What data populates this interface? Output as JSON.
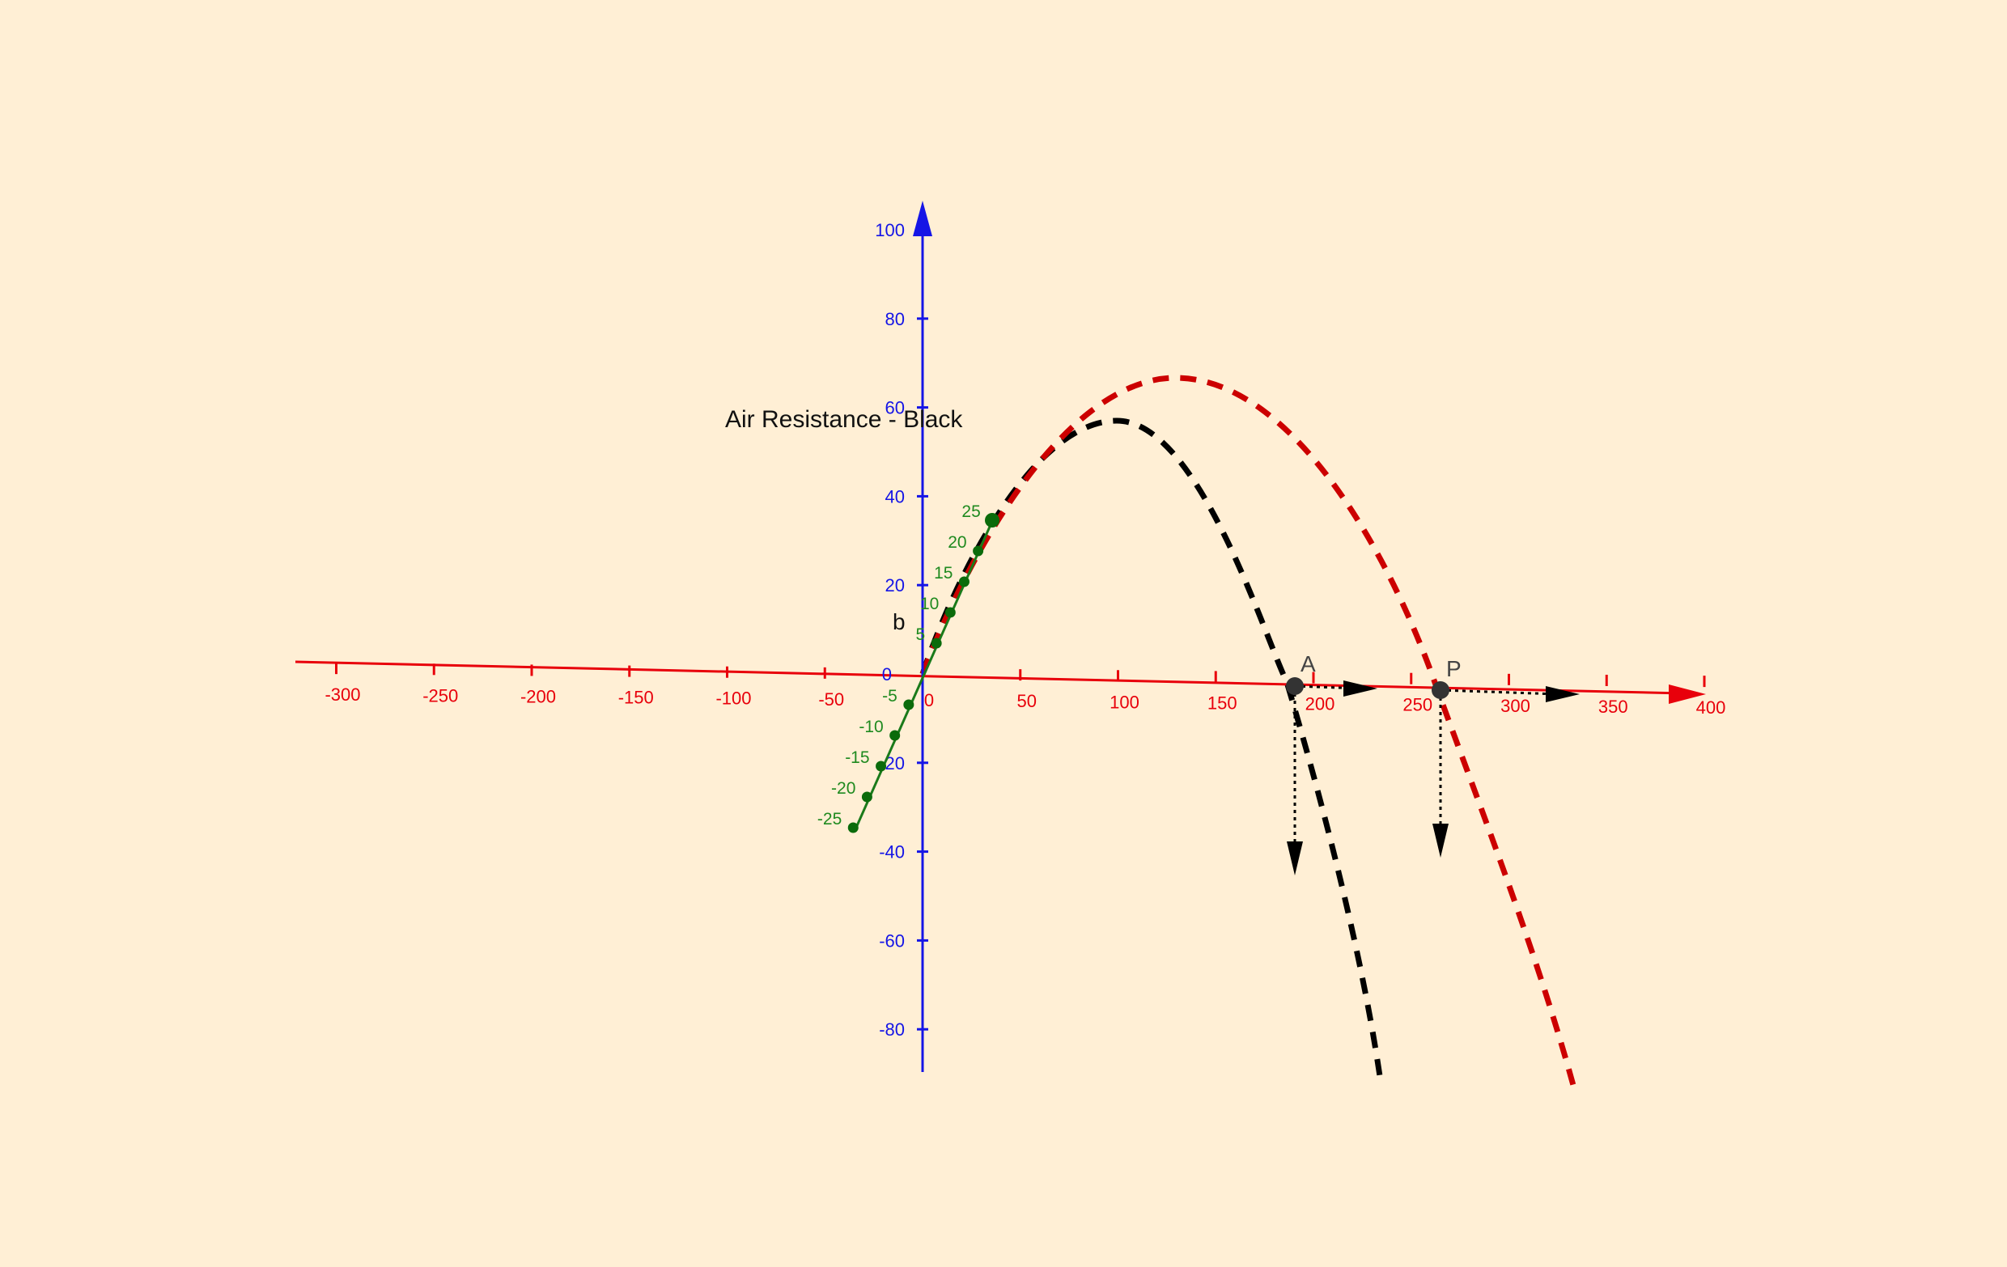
{
  "caption": "Air Resistance - Black",
  "axes": {
    "x": {
      "color": "#e8000b",
      "tick_labels": [
        "-300",
        "-250",
        "-200",
        "-150",
        "-100",
        "-50",
        "0",
        "50",
        "100",
        "150",
        "200",
        "250",
        "300",
        "350",
        "400"
      ],
      "tick_values": [
        -300,
        -250,
        -200,
        -150,
        -100,
        -50,
        0,
        50,
        100,
        150,
        200,
        250,
        300,
        350,
        400
      ]
    },
    "y": {
      "color": "#1515e6",
      "tick_labels": [
        "100",
        "80",
        "60",
        "40",
        "20",
        "0",
        "-20",
        "-40",
        "-60",
        "-80"
      ],
      "tick_values": [
        100,
        80,
        60,
        40,
        20,
        0,
        -20,
        -40,
        -60,
        -80
      ]
    },
    "t": {
      "color": "#1f8a1f",
      "name": "b",
      "tick_labels": [
        "25",
        "20",
        "15",
        "10",
        "5",
        "-5",
        "-10",
        "-15",
        "-20",
        "-25"
      ],
      "tick_values": [
        25,
        20,
        15,
        10,
        5,
        -5,
        -10,
        -15,
        -20,
        -25
      ]
    }
  },
  "points": {
    "a": {
      "label": "A",
      "color": "#333333"
    },
    "p": {
      "label": "P",
      "color": "#333333"
    }
  },
  "curves": {
    "with_air_resistance": {
      "color": "#000000",
      "style": "dashed"
    },
    "no_air_resistance": {
      "color": "#cc0000",
      "style": "dashed"
    }
  },
  "vectors": {
    "color": "#000000",
    "style": "dotted"
  }
}
